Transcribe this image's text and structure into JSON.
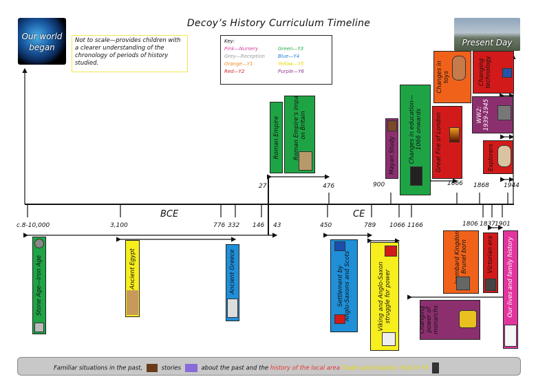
{
  "header": {
    "title": "Decoy’s History Curriculum Timeline",
    "earth_label": [
      "Our world",
      "began"
    ],
    "present_label": "Present Day",
    "note": "Not to scale—provides children with a clearer understanding of the chronology of periods of history studied."
  },
  "key": {
    "title": "Key:",
    "left": [
      {
        "text": "Pink—Nursery",
        "color": "#d83b9e"
      },
      {
        "text": "Grey—Reception",
        "color": "#999999"
      },
      {
        "text": "Orange—Y1",
        "color": "#f08a24"
      },
      {
        "text": "Red—Y2",
        "color": "#d42020"
      }
    ],
    "right": [
      {
        "text": "Green—Y3",
        "color": "#26a84a"
      },
      {
        "text": "Blue—Y4",
        "color": "#1e7fd6"
      },
      {
        "text": "Yellow—Y5",
        "color": "#e6d800"
      },
      {
        "text": "Purple—Y6",
        "color": "#8e3a8c"
      }
    ]
  },
  "timeline": {
    "bce_label": "BCE",
    "ce_label": "CE",
    "upper_dates": [
      "27",
      "476",
      "900",
      "1666",
      "1868",
      "1944"
    ],
    "lower_dates": [
      "c.8-10,000",
      "3,100",
      "776",
      "332",
      "146",
      "43",
      "450",
      "789",
      "1066",
      "1166",
      "1806",
      "1837",
      "1901"
    ]
  },
  "topics": {
    "roman_empire": "Roman Empire",
    "roman_impact": [
      "Roman Empire’s impact",
      "on Britain"
    ],
    "mayan": "Mayan Study",
    "education": [
      "Changes in education—",
      "1066 onwards"
    ],
    "fire": "Great Fire of London",
    "toys": [
      "Changes in",
      "toys"
    ],
    "technology": [
      "Changing",
      "technology"
    ],
    "ww2": [
      "WW2:",
      "1939-1945"
    ],
    "explorers": "Explorers",
    "stone_age": "Stone Age—Iron Age",
    "egypt": "Ancient Egypt",
    "greece": "Ancient Greece",
    "settlement": [
      "Settlement by",
      "Anglo-Saxons and Scots"
    ],
    "viking": [
      "Viking and Anglo-Saxon",
      "struggle for power"
    ],
    "monarchs": [
      "Changing",
      "power of",
      "monarchs"
    ],
    "brunel": [
      "Isambard Kingdom",
      "Brunel born"
    ],
    "victorian": "Victorian era",
    "family": "Our lives and family history"
  },
  "footer": {
    "part1": "Familiar situations in the past,",
    "part2": "stories",
    "part3": "about the past and the",
    "part4": "history of the local area",
    "part5": "Trade and industry: Hull in Y5"
  },
  "colors": {
    "pink": "#e1359d",
    "orange": "#f0621a",
    "red": "#d31a1a",
    "green": "#1fa445",
    "blue": "#1f8fd8",
    "yellow": "#f7ee1e",
    "purple": "#8c2f6f"
  }
}
